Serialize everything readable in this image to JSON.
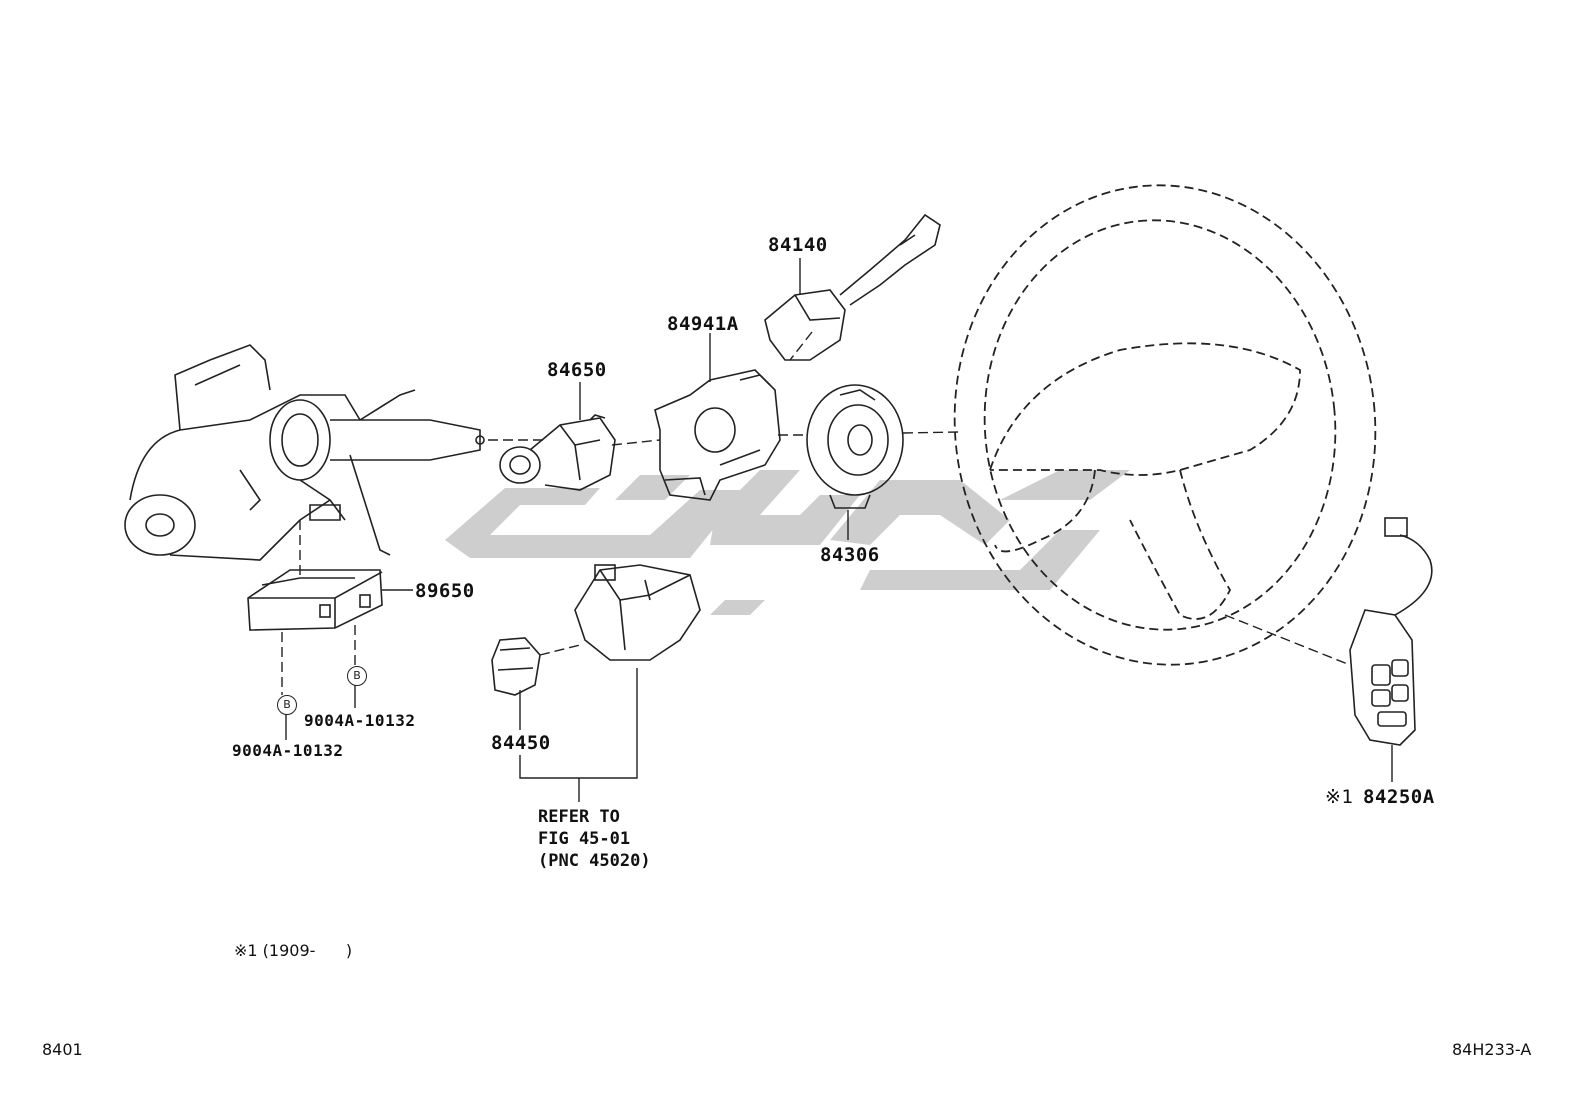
{
  "parts": {
    "p84140": "84140",
    "p84941A": "84941A",
    "p84650": "84650",
    "p84306": "84306",
    "p89650": "89650",
    "p9004A_right": "9004A-10132",
    "p9004A_left": "9004A-10132",
    "p84450": "84450",
    "p84250A_mark": "※1",
    "p84250A": "84250A"
  },
  "callout_marker": "B",
  "refer": {
    "line1": "REFER TO",
    "line2": "FIG 45-01",
    "line3": "(PNC 45020)"
  },
  "footnote": "※1 (1909-      )",
  "page_code": "8401",
  "figure_code": "84H233-A",
  "watermark_color": "#c8c8c8"
}
